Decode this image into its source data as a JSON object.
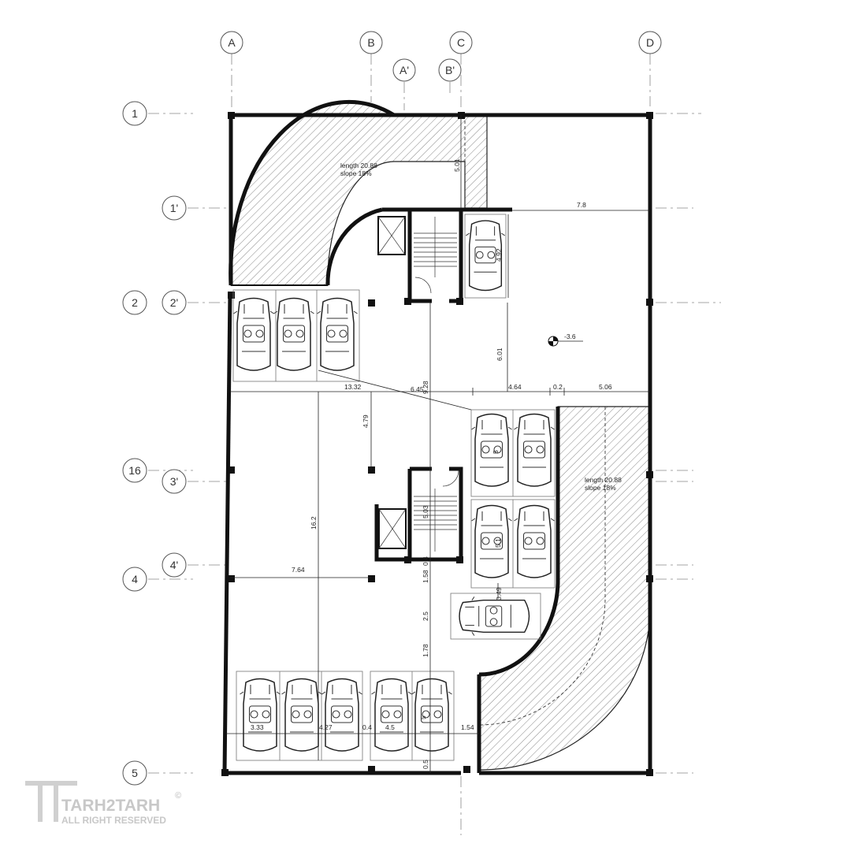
{
  "grid": {
    "columns": [
      "A",
      "B",
      "A'",
      "C",
      "B'",
      "D"
    ],
    "rows": [
      "1",
      "1'",
      "2",
      "2'",
      "16",
      "3'",
      "4'",
      "4",
      "5"
    ]
  },
  "ramps": {
    "top": {
      "length": "length 20.88",
      "slope": "slope 18%"
    },
    "right": {
      "length": "length 20.88",
      "slope": "slope 18%"
    }
  },
  "level": "-3.6",
  "dimensions": {
    "d_501": "5.01",
    "d_78": "7.8",
    "d_492": "4.92",
    "d_601": "6.01",
    "d_1332": "13.32",
    "d_645": "6.45",
    "d_928": "9.28",
    "d_464": "4.64",
    "d_02": "0.2",
    "d_506": "5.06",
    "d_479": "4.79",
    "d_5a": "5",
    "d_503": "5.03",
    "d_51": "5.1",
    "d_162": "16.2",
    "d_764": "7.64",
    "d_04a": "0.4",
    "d_158": "1.58",
    "d_049": "0.49",
    "d_25": "2.5",
    "d_178": "1.78",
    "d_333": "3.33",
    "d_427": "4.27",
    "d_04b": "0.4",
    "d_45": "4.5",
    "d_5b": "5",
    "d_154": "1.54",
    "d_05": "0.5"
  },
  "logo": {
    "brand": "TARH2TARH",
    "tagline": "ALL RIGHT RESERVED",
    "copyright": "©"
  }
}
